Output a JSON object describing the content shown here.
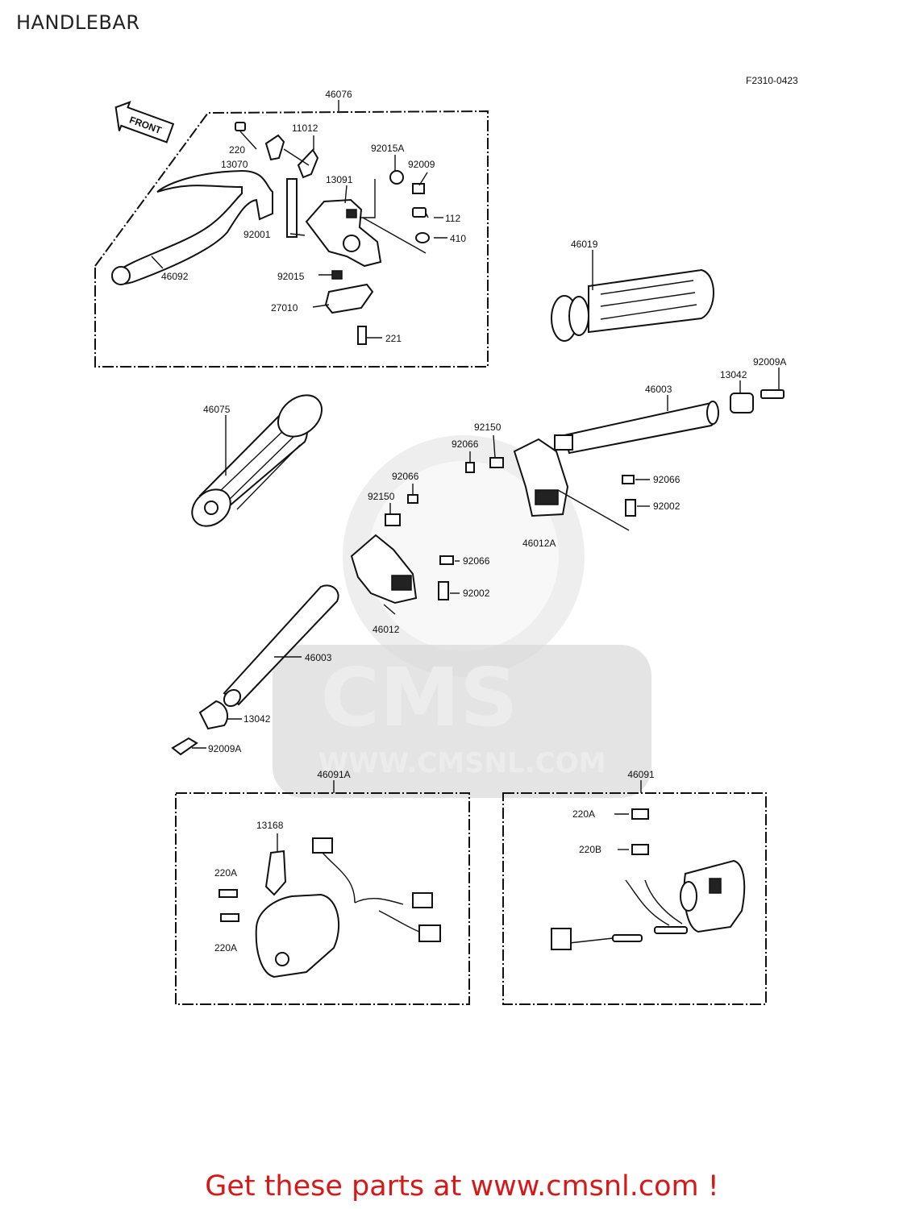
{
  "page": {
    "title": "HANDLEBAR",
    "figure_code": "F2310-0423",
    "footer_link": "Get these parts at www.cmsnl.com !"
  },
  "watermark": {
    "brand": "CMS",
    "url": "WWW.CMSNL.COM"
  },
  "front_arrow": "FRONT",
  "groups": {
    "lever_assembly": "46076",
    "left_switch": "46091A",
    "right_switch": "46091"
  },
  "parts": {
    "p220": "220",
    "p11012": "11012",
    "p13070": "13070",
    "p92015A": "92015A",
    "p92009": "92009",
    "p13091": "13091",
    "p112": "112",
    "p92001": "92001",
    "p410": "410",
    "p46092": "46092",
    "p92015": "92015",
    "p27010": "27010",
    "p221": "221",
    "p46019": "46019",
    "p92009A_r": "92009A",
    "p13042_r": "13042",
    "p46003_r": "46003",
    "p46075": "46075",
    "p92150_r": "92150",
    "p92066_r1": "92066",
    "p92066_r2": "92066",
    "p92002_r": "92002",
    "p46012A": "46012A",
    "p92066_l1": "92066",
    "p92150_l": "92150",
    "p92066_l2": "92066",
    "p92002_l": "92002",
    "p46012": "46012",
    "p46003_l": "46003",
    "p13042_l": "13042",
    "p92009A_l": "92009A",
    "p13168": "13168",
    "p220A_1": "220A",
    "p220A_2": "220A",
    "p220A_3": "220A",
    "p220B": "220B"
  }
}
